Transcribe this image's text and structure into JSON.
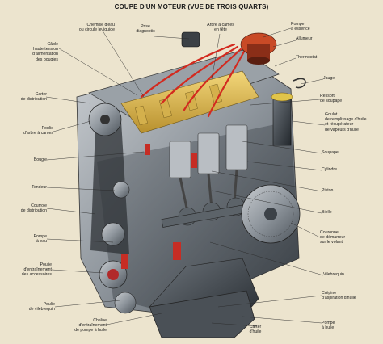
{
  "title": "COUPE D'UN MOTEUR (VUE DE TROIS QUARTS)",
  "labels": {
    "chemise_eau": "Chemise d'eau\nou circule le liquide",
    "prise_diagnostic": "Prise\ndiagnostic",
    "arbre_cames_tete": "Arbre à cames\nen tête",
    "pompe_essence": "Pompe\nà essence",
    "cable_haute_tension": "Câble\nhaute tension\nd'alimentation\ndes bougies",
    "allumeur": "Allumeur",
    "thermostat": "Thermostat",
    "carter_distribution": "Carter\nde distribution",
    "jauge": "Jauge",
    "ressort_soupape": "Ressort\nde soupape",
    "poulie_arbre_cames": "Poulie\nd'arbre à cames",
    "goulot_remplissage": "Goulot\nde remplissage d'huile\net récupérateur\nde vapeurs d'huile",
    "bougie": "Bougie",
    "soupape": "Soupape",
    "cylindre": "Cylindre",
    "tendeur": "Tendeur",
    "piston": "Piston",
    "courroie_distribution": "Courroie\nde distribution",
    "bielle": "Bielle",
    "pompe_eau": "Pompe\nà eau",
    "couronne_demarreur": "Couronne\nde démarreur\nsur le volant",
    "poulie_accessoires": "Poulie\nd'entraînement\ndes accessoires",
    "vilebrequin": "Vilebrequin",
    "poulie_vilebrequin": "Poulie\nde vilebrequin",
    "crepine": "Crépine\nd'aspiration d'huile",
    "chaine_pompe_huile": "Chaîne\nd'entraînement\nde pompe à huile",
    "carter_huile": "Carter\nd'huile",
    "pompe_huile": "Pompe\nà huile"
  }
}
